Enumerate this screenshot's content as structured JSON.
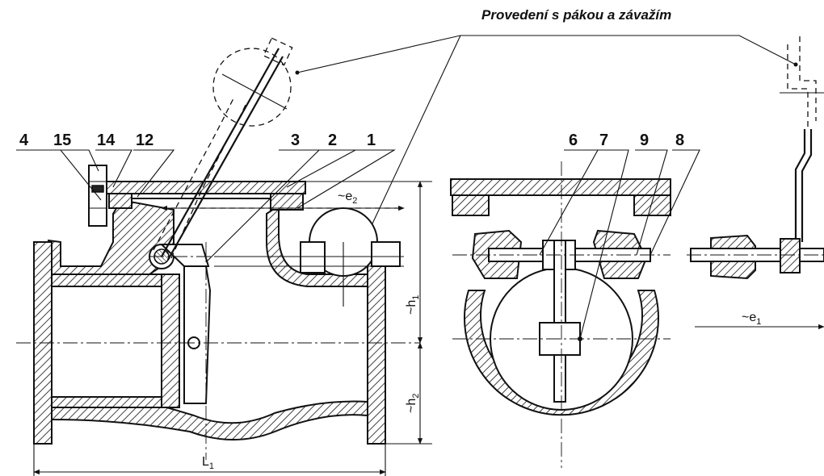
{
  "heading": "Provedení s pákou a závažím",
  "callouts": [
    {
      "id": "4",
      "text": "4"
    },
    {
      "id": "15",
      "text": "15"
    },
    {
      "id": "14",
      "text": "14"
    },
    {
      "id": "12",
      "text": "12"
    },
    {
      "id": "3",
      "text": "3"
    },
    {
      "id": "2",
      "text": "2"
    },
    {
      "id": "1",
      "text": "1"
    },
    {
      "id": "6",
      "text": "6"
    },
    {
      "id": "7",
      "text": "7"
    },
    {
      "id": "9",
      "text": "9"
    },
    {
      "id": "8",
      "text": "8"
    }
  ],
  "dimensions": {
    "e2": {
      "prefix": "~e",
      "sub": "2"
    },
    "e1": {
      "prefix": "~e",
      "sub": "1"
    },
    "h1": {
      "prefix": "~h",
      "sub": "1"
    },
    "h2": {
      "prefix": "~h",
      "sub": "2"
    },
    "L1": {
      "prefix": "L",
      "sub": "1"
    }
  }
}
